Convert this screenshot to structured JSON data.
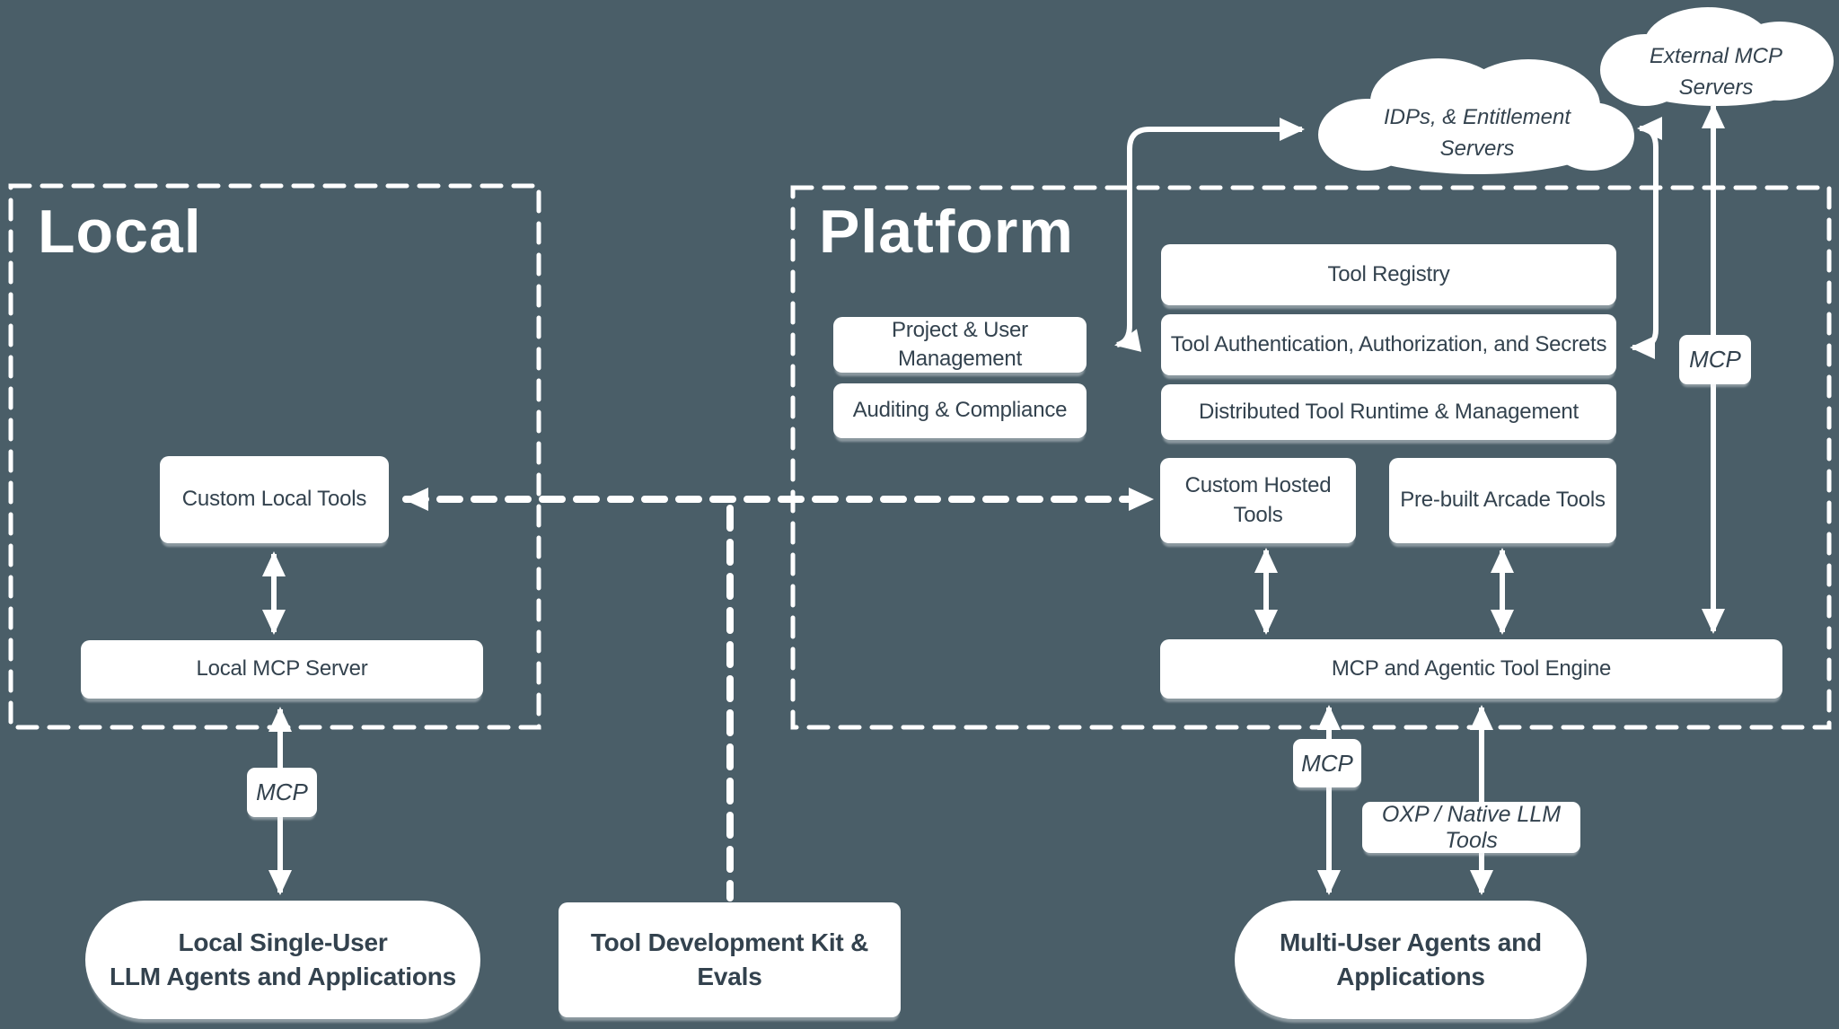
{
  "colors": {
    "background": "#4A5E68",
    "node_fill": "#FFFFFF",
    "node_text": "#33424E",
    "line": "#FFFFFF"
  },
  "regions": {
    "local": {
      "title": "Local"
    },
    "platform": {
      "title": "Platform"
    }
  },
  "clouds": {
    "external": {
      "label": "External MCP Servers"
    },
    "idps": {
      "line1": "IDPs, & Entitlement",
      "line2": "Servers"
    }
  },
  "nodes": {
    "tool_registry": {
      "label": "Tool Registry"
    },
    "tool_auth": {
      "label": "Tool Authentication, Authorization, and Secrets"
    },
    "distributed_runtime": {
      "label": "Distributed Tool Runtime & Management"
    },
    "project_user_mgmt": {
      "label": "Project & User Management"
    },
    "auditing_compliance": {
      "label": "Auditing & Compliance"
    },
    "custom_hosted_tools": {
      "label": "Custom Hosted Tools"
    },
    "prebuilt_arcade_tools": {
      "label": "Pre-built Arcade Tools"
    },
    "mcp_engine": {
      "label": "MCP and Agentic Tool Engine"
    },
    "custom_local_tools": {
      "label": "Custom Local Tools"
    },
    "local_mcp_server": {
      "label": "Local MCP Server"
    },
    "tool_dev_kit": {
      "label": "Tool Development Kit & Evals"
    },
    "local_agents_pill": {
      "line1": "Local Single-User",
      "line2": "LLM Agents and Applications"
    },
    "multi_agents_pill": {
      "line1": "Multi-User Agents and",
      "line2": "Applications"
    }
  },
  "edge_labels": {
    "mcp_local": "MCP",
    "mcp_external": "MCP",
    "mcp_platform": "MCP",
    "oxp": "OXP / Native LLM Tools"
  }
}
